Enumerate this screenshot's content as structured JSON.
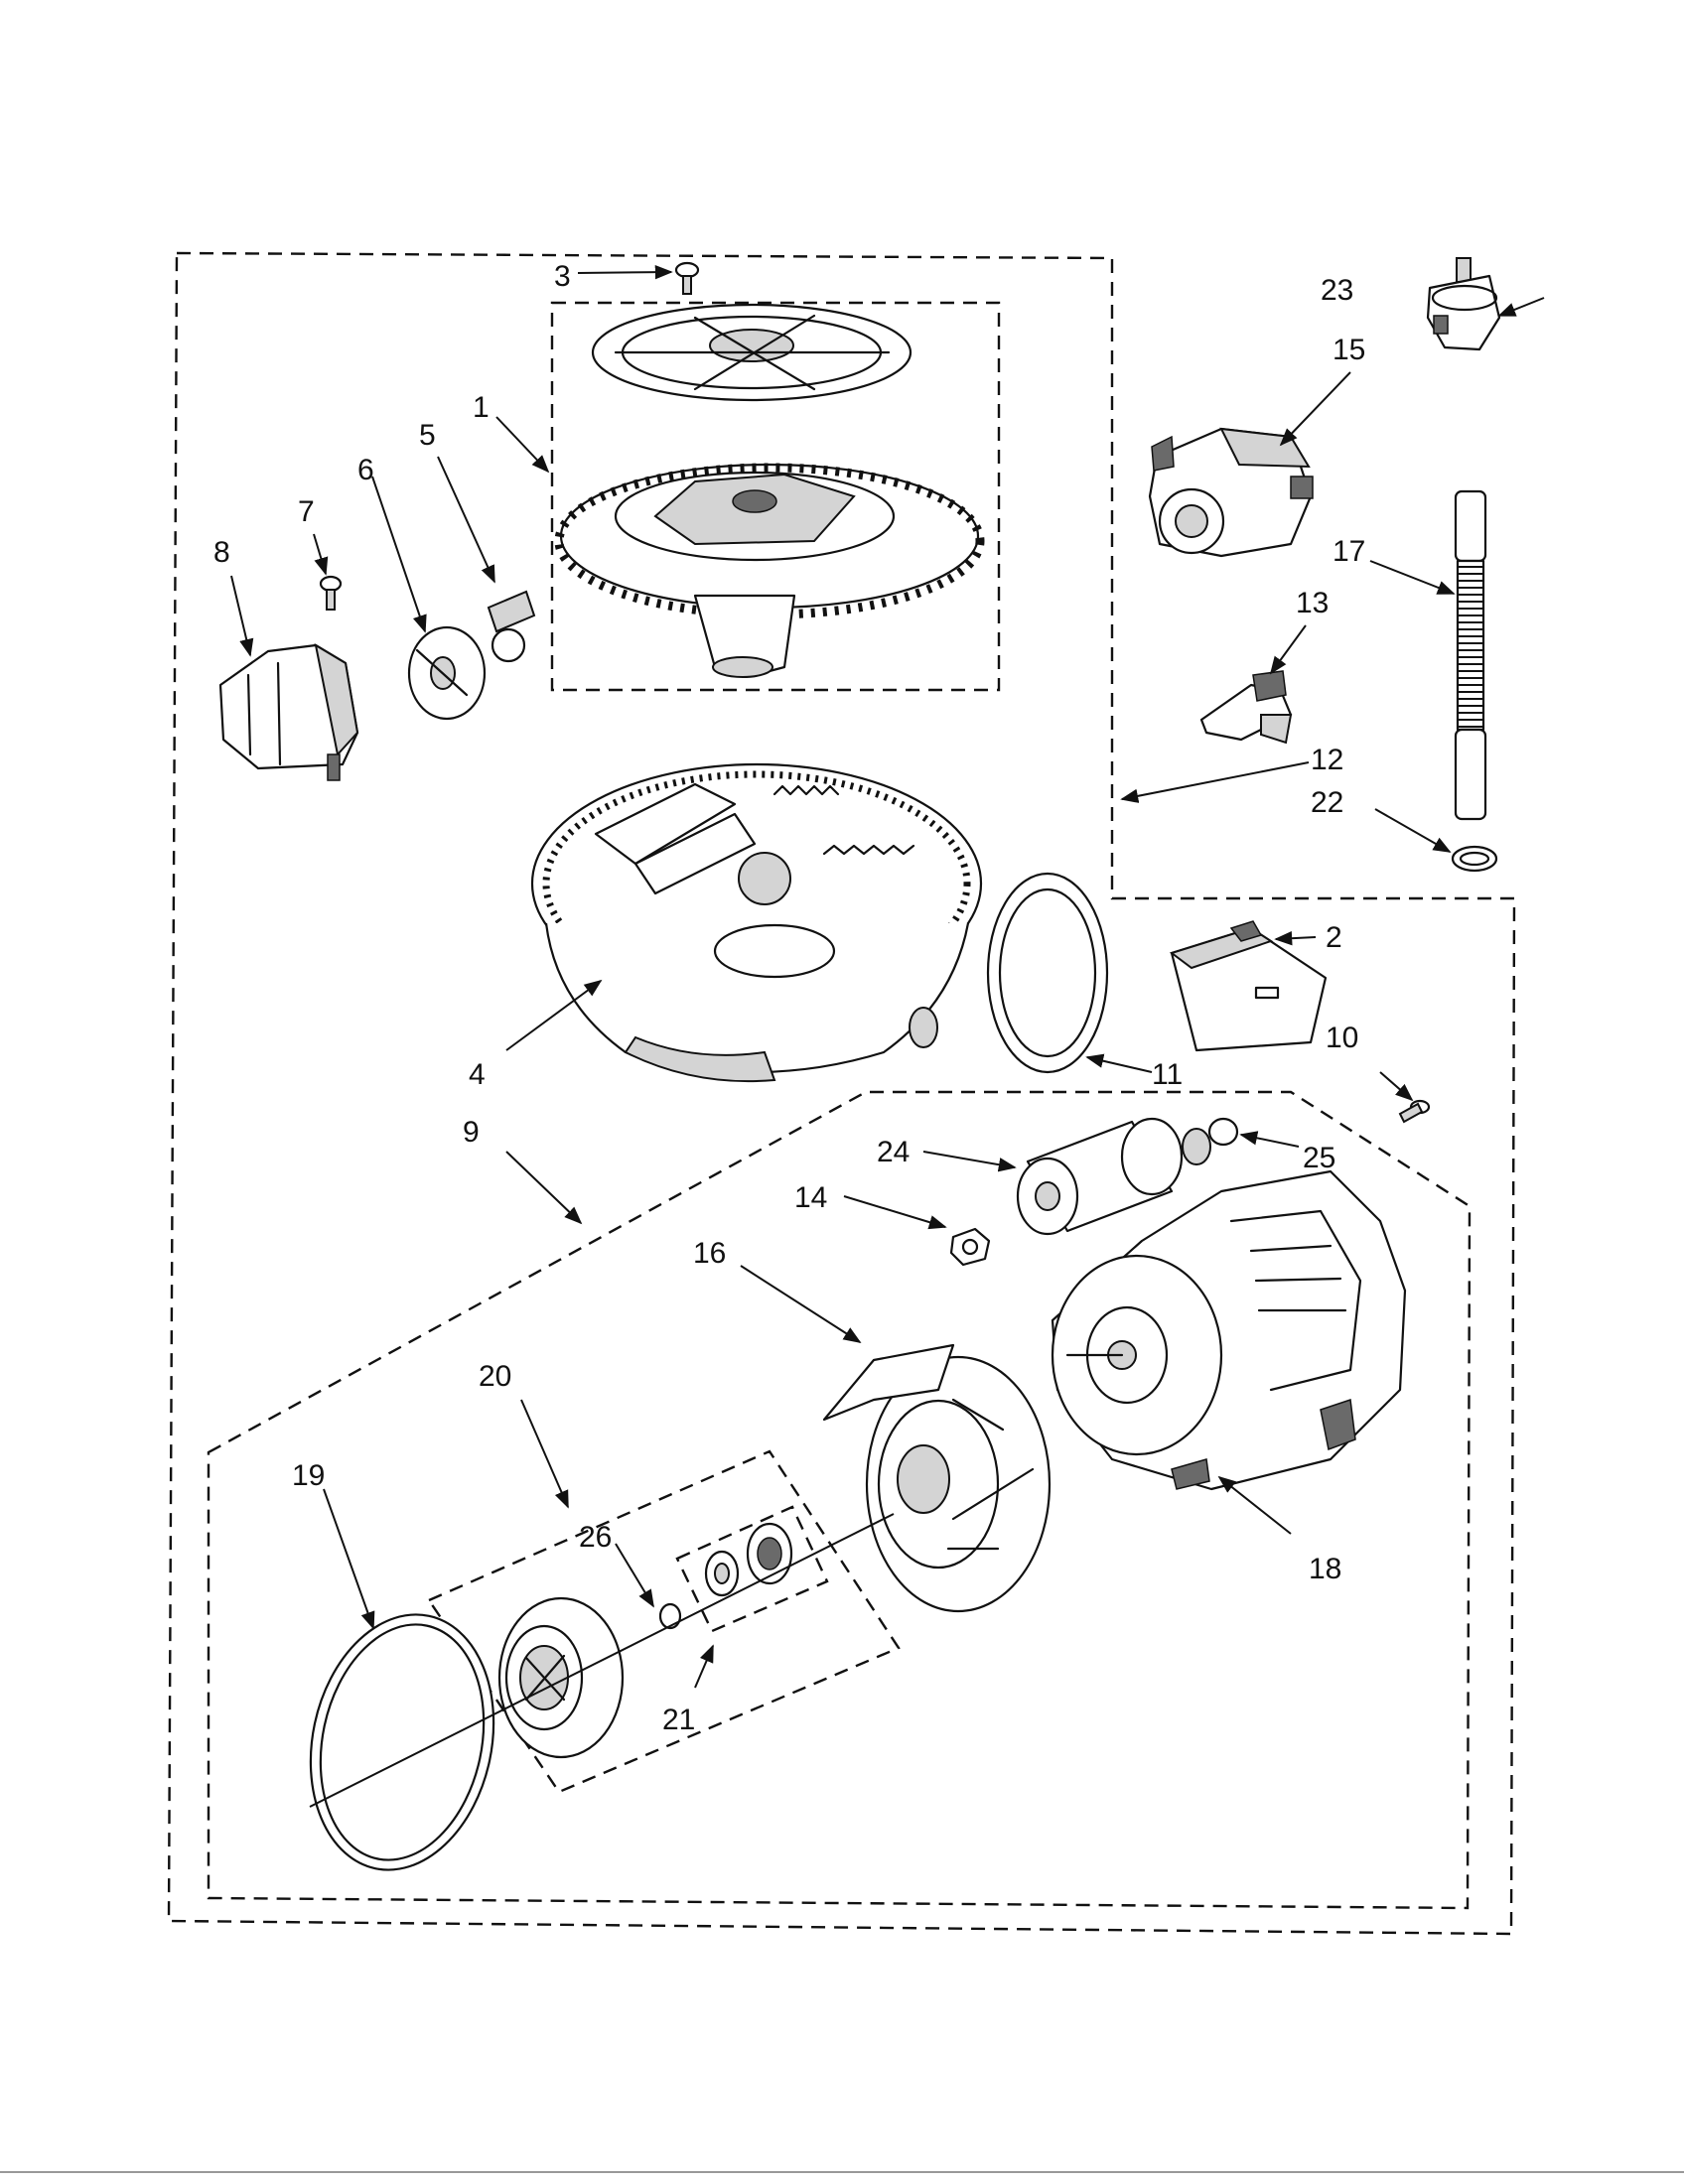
{
  "diagram": {
    "callouts": [
      {
        "id": "c1",
        "text": "1"
      },
      {
        "id": "c2",
        "text": "2"
      },
      {
        "id": "c3",
        "text": "3"
      },
      {
        "id": "c4",
        "text": "4"
      },
      {
        "id": "c5",
        "text": "5"
      },
      {
        "id": "c6",
        "text": "6"
      },
      {
        "id": "c7",
        "text": "7"
      },
      {
        "id": "c8",
        "text": "8"
      },
      {
        "id": "c9",
        "text": "9"
      },
      {
        "id": "c10",
        "text": "10"
      },
      {
        "id": "c11",
        "text": "11"
      },
      {
        "id": "c12",
        "text": "12"
      },
      {
        "id": "c13",
        "text": "13"
      },
      {
        "id": "c14",
        "text": "14"
      },
      {
        "id": "c15",
        "text": "15"
      },
      {
        "id": "c16",
        "text": "16"
      },
      {
        "id": "c17",
        "text": "17"
      },
      {
        "id": "c18",
        "text": "18"
      },
      {
        "id": "c19",
        "text": "19"
      },
      {
        "id": "c20",
        "text": "20"
      },
      {
        "id": "c21",
        "text": "21"
      },
      {
        "id": "c22",
        "text": "22"
      },
      {
        "id": "c23",
        "text": "23"
      },
      {
        "id": "c24",
        "text": "24"
      },
      {
        "id": "c25",
        "text": "25"
      },
      {
        "id": "c26",
        "text": "26"
      }
    ],
    "colors": {
      "ink": "#111111",
      "paper": "#ffffff",
      "shade": "#d4d4d4"
    }
  }
}
